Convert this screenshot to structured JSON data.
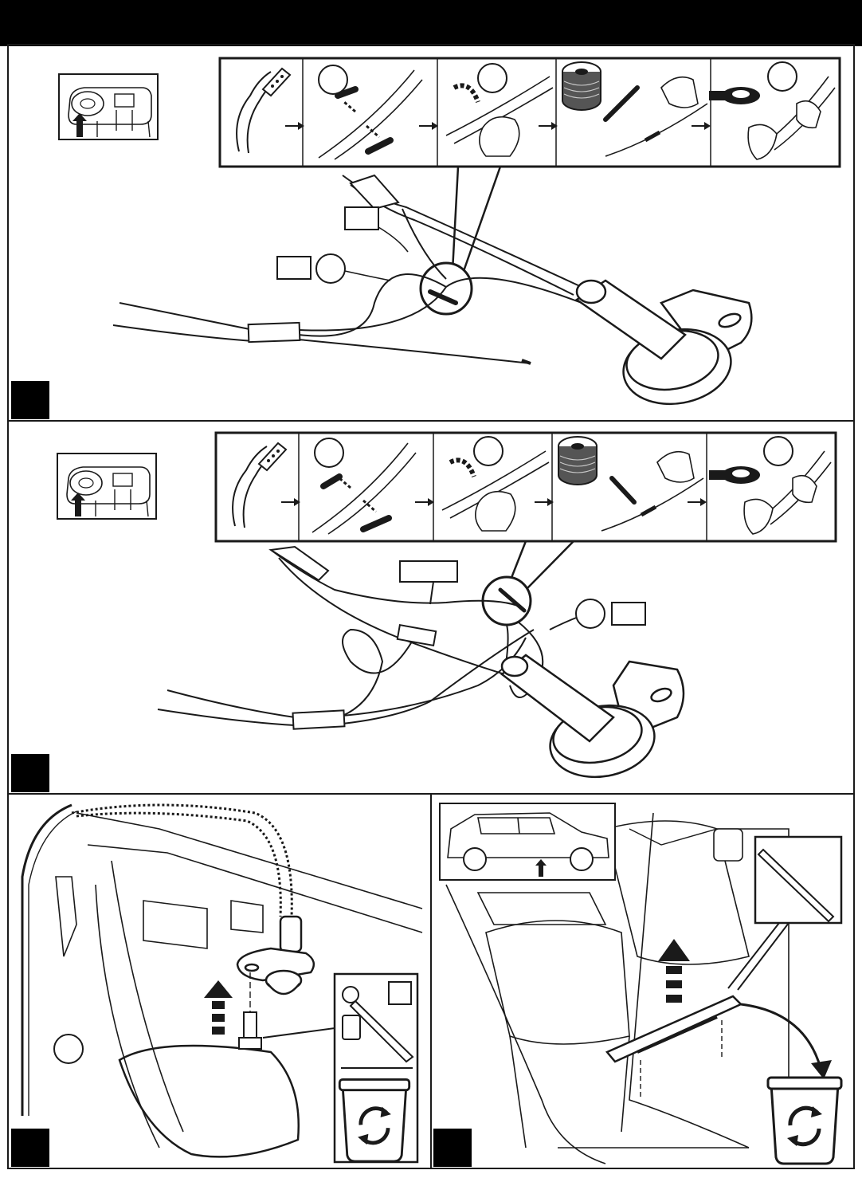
{
  "document": {
    "type": "wiring installation instruction sheet",
    "header_bar_color": "#000000",
    "ink_color": "#1a1a1a",
    "background_color": "#ffffff",
    "panels": [
      {
        "id": "step-1",
        "steps": [
          "strip-wire",
          "twist-wire",
          "wrap-wire",
          "solder",
          "tape"
        ]
      },
      {
        "id": "step-2",
        "steps": [
          "strip-wire",
          "twist-wire",
          "wrap-wire",
          "solder",
          "tape"
        ]
      },
      {
        "id": "step-3",
        "items": [
          "mount-bracket",
          "bolt",
          "ratchet-and-socket",
          "recycle-bin"
        ]
      },
      {
        "id": "step-4",
        "items": [
          "vehicle-locator",
          "trim-tool",
          "door-sill-trim",
          "recycle-bin"
        ]
      }
    ],
    "icons": [
      "wire-stripper-icon",
      "solder-spool-icon",
      "soldering-iron-icon",
      "electrical-tape-icon",
      "ratchet-icon",
      "socket-icon",
      "recycle-bin-icon",
      "trim-tool-icon",
      "up-arrow-icon"
    ]
  }
}
